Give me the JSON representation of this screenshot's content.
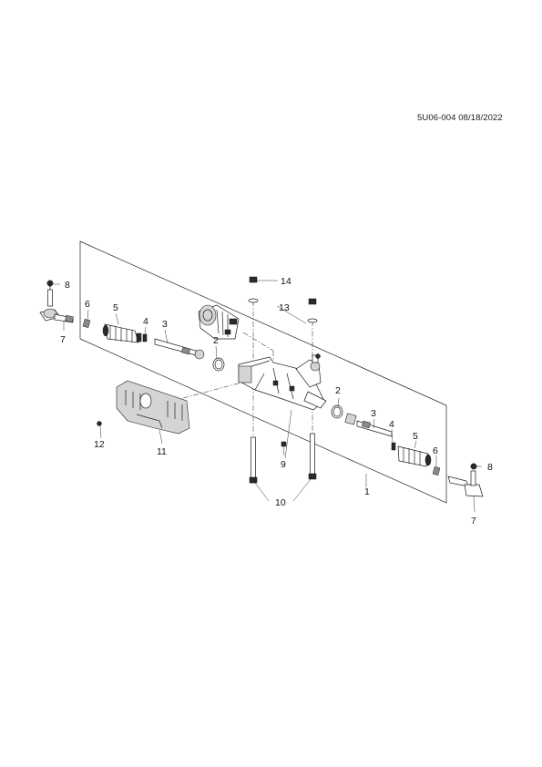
{
  "reference_code": "5U06-004 08/18/2022",
  "callouts": {
    "c1": "1",
    "c2_left": "2",
    "c2_right": "2",
    "c3_left": "3",
    "c3_right": "3",
    "c4_left": "4",
    "c4_right": "4",
    "c5_left": "5",
    "c5_right": "5",
    "c6_left": "6",
    "c6_right": "6",
    "c7_left": "7",
    "c7_right": "7",
    "c8_left": "8",
    "c8_right": "8",
    "c9": "9",
    "c10": "10",
    "c11": "11",
    "c12": "12",
    "c13": "13",
    "c14": "14"
  }
}
